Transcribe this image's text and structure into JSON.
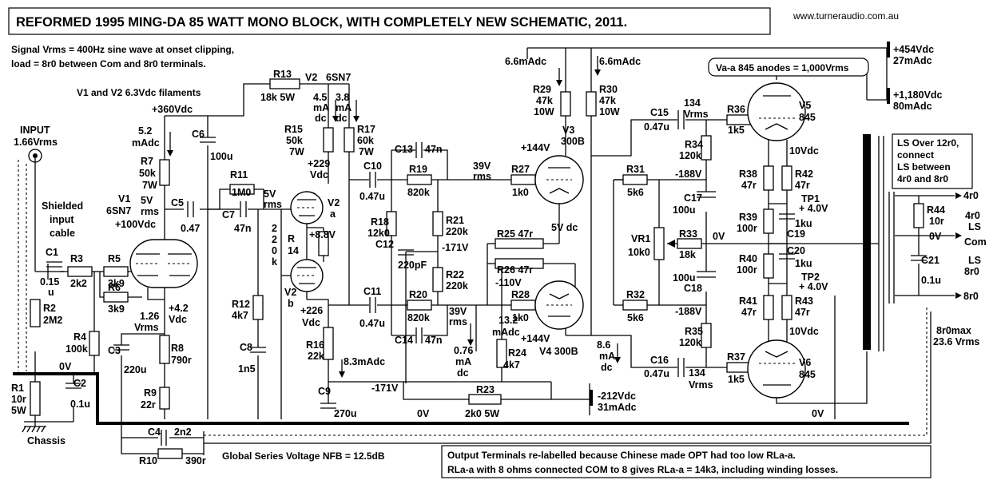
{
  "title": "REFORMED 1995 MING-DA 85 WATT MONO BLOCK,  WITH COMPLETELY NEW SCHEMATIC, 2011.",
  "website": "www.turneraudio.com.au",
  "notes": {
    "signal_line1": "Signal Vrms = 400Hz sine wave at onset clipping,",
    "signal_line2": "load = 8r0 between Com and 8r0 terminals.",
    "filaments": "V1 and V2  6.3Vdc  filaments",
    "nfb": "Global Series Voltage NFB = 12.5dB",
    "va_a": "Va-a 845 anodes = 1,000Vrms",
    "ls_over_1": "LS Over 12r0,",
    "ls_over_2": "connect",
    "ls_over_3": "LS between",
    "ls_over_4": "4r0  and  8r0",
    "bottom_1": "Output Terminals re-labelled because  Chinese made OPT had too low RLa-a.",
    "bottom_2": "RLa-a with 8 ohms connected COM to 8  gives RLa-a = 14k3, including winding losses."
  },
  "rails": {
    "v454": "+454Vdc",
    "ma27": "27mAdc",
    "v1180": "+1,180Vdc",
    "ma80": "80mAdc",
    "vneg212": "-212Vdc",
    "ma31": "31mAdc",
    "v360": "+360Vdc"
  },
  "labels": {
    "input": "INPUT",
    "input_v": "1.66Vrms",
    "shielded1": "Shielded",
    "shielded2": "input",
    "shielded3": "cable",
    "v1": "V1",
    "v1_type": "6SN7",
    "v1_plus100": "+100Vdc",
    "v1_5v": "5V",
    "v1_rms": "rms",
    "ma52": "5.2",
    "ma52b": "mAdc",
    "v42": "+4.2",
    "v42b": "Vdc",
    "vrms126": "1.26",
    "vrms126b": "Vrms",
    "zero_v": "0V",
    "chassis": "Chassis",
    "v2": "V2",
    "v2_type": "6SN7",
    "ma45": "4.5",
    "ma_s": "mA",
    "dc_s": "dc",
    "ma38": "3.8",
    "v229": "+229",
    "v229b": "Vdc",
    "v2a": "V2",
    "v2a_sub": "a",
    "v88": "+8.8V",
    "v2b": "V2",
    "v2b_sub": "b",
    "v226": "+226",
    "v226b": "Vdc",
    "v5rms": "5V",
    "v5rms_b": "rms",
    "ma83": "8.3mAdc",
    "neg171a": "-171V",
    "neg171b": "-171V",
    "v39a": "39V",
    "v39a_b": "rms",
    "v39b": "39V",
    "v39b_b": "rms",
    "ma076": "0.76",
    "ma076b": "mA",
    "ma076c": "dc",
    "ma132": "13.2",
    "ma132b": "mAdc",
    "neg110": "-110V",
    "ma66a": "6.6mAdc",
    "ma66b": "6.6mAdc",
    "v3": "V3",
    "v3_type": "300B",
    "v144a": "+144V",
    "v144b": "+144V",
    "v4": "V4 300B",
    "v5dc": "5V dc",
    "ma86": "8.6",
    "ma86b": "mA",
    "ma86c": "dc",
    "v134a": "134",
    "v134a_b": "Vrms",
    "v134b": "134",
    "v134b_b": "Vrms",
    "neg188a": "-188V",
    "neg188b": "-188V",
    "v5": "V5",
    "v5_type": "845",
    "v6": "V6",
    "v6_type": "845",
    "v10a": "10Vdc",
    "v10b": "10Vdc",
    "tp1": "TP1",
    "tp1v": "+ 4.0V",
    "tp2": "TP2",
    "tp2v": "+ 4.0V",
    "zero_v2": "0V",
    "zero_v3": "0V",
    "zero_v4": "0V",
    "zero_v5": "0V",
    "out_4r0": "4r0",
    "out_8r0": "8r0",
    "out_0v": "0V",
    "ls_4r0": "4r0",
    "ls_ls": "LS",
    "ls_com": "Com",
    "ls_ls2": "LS",
    "ls_8r0": "8r0",
    "max8r0": "8r0max",
    "max_v": "23.6 Vrms"
  },
  "components": {
    "c1": "C1",
    "c1v": "0.15",
    "c1u": "u",
    "r2": "R2",
    "r2v": "2M2",
    "r3": "R3",
    "r3v": "2k2",
    "r4": "R4",
    "r4v": "100k",
    "r1": "R1",
    "r1v": "10r",
    "r1w": "5W",
    "c2": "C2",
    "c2v": "0.1u",
    "r5": "R5",
    "r5v": "3k9",
    "r6": "R6",
    "r6v": "3k9",
    "r7": "R7",
    "r7v": "50k",
    "r7w": "7W",
    "c3": "C3",
    "c3v": "220u",
    "r8": "R8",
    "r8v": "790r",
    "r9": "R9",
    "r9v": "22r",
    "c4": "C4",
    "c4v": "2n2",
    "r10": "R10",
    "r10v": "390r",
    "c5": "C5",
    "c5v": "0.47",
    "c6": "C6",
    "c6v": "100u",
    "r11": "R11",
    "r11v": "1M0",
    "c7": "C7",
    "c7v": "47n",
    "r12": "R12",
    "r12v": "4k7",
    "c8": "C8",
    "c8v": "1n5",
    "r13": "R13",
    "r13v": "18k 5W",
    "r15": "R15",
    "r15v": "50k",
    "r15w": "7W",
    "r17": "R17",
    "r17v": "60k",
    "r17w": "7W",
    "r14": "R",
    "r14v": "14",
    "r14d1": "2",
    "r14d2": "2",
    "r14d3": "0",
    "r14d4": "k",
    "r16": "R16",
    "r16v": "22k",
    "c9": "C9",
    "c9v": "270u",
    "c10": "C10",
    "c10v": "0.47u",
    "c11": "C11",
    "c11v": "0.47u",
    "c12": "C12",
    "c12v": "220pF",
    "c13": "C13",
    "c13v": "47n",
    "c14": "C14",
    "c14v": "47n",
    "r18": "R18",
    "r18v": "12k0",
    "r19": "R19",
    "r19v": "820k",
    "r20": "R20",
    "r20v": "820k",
    "r21": "R21",
    "r21v": "220k",
    "r22": "R22",
    "r22v": "220k",
    "r23": "R23",
    "r23v": "2k0 5W",
    "r24": "R24",
    "r24v": "4k7",
    "r25": "R25 47r",
    "r26": "R26 47r",
    "r27": "R27",
    "r27v": "1k0",
    "r28": "R28",
    "r28v": "1k0",
    "r29": "R29",
    "r29v": "47k",
    "r29w": "10W",
    "r30": "R30",
    "r30v": "47k",
    "r30w": "10W",
    "r31": "R31",
    "r31v": "5k6",
    "r32": "R32",
    "r32v": "5k6",
    "vr1": "VR1",
    "vr1v": "10k0",
    "r33": "R33",
    "r33v": "18k",
    "r34": "R34",
    "r34v": "120k",
    "r35": "R35",
    "r35v": "120k",
    "c15": "C15",
    "c15v": "0.47u",
    "c16": "C16",
    "c16v": "0.47u",
    "c17": "C17",
    "c17v": "100u",
    "c18": "C18",
    "c18v": "100u",
    "r36": "R36",
    "r36v": "1k5",
    "r37": "R37",
    "r37v": "1k5",
    "r38": "R38",
    "r38v": "47r",
    "r39": "R39",
    "r39v": "100r",
    "r40": "R40",
    "r40v": "100r",
    "r41": "R41",
    "r41v": "47r",
    "r42": "R42",
    "r42v": "47r",
    "r43": "R43",
    "r43v": "47r",
    "c19": "C19",
    "c19v": "1ku",
    "c20": "C20",
    "c20v": "1ku",
    "r44": "R44",
    "r44v": "10r",
    "c21": "C21",
    "c21v": "0.1u"
  }
}
